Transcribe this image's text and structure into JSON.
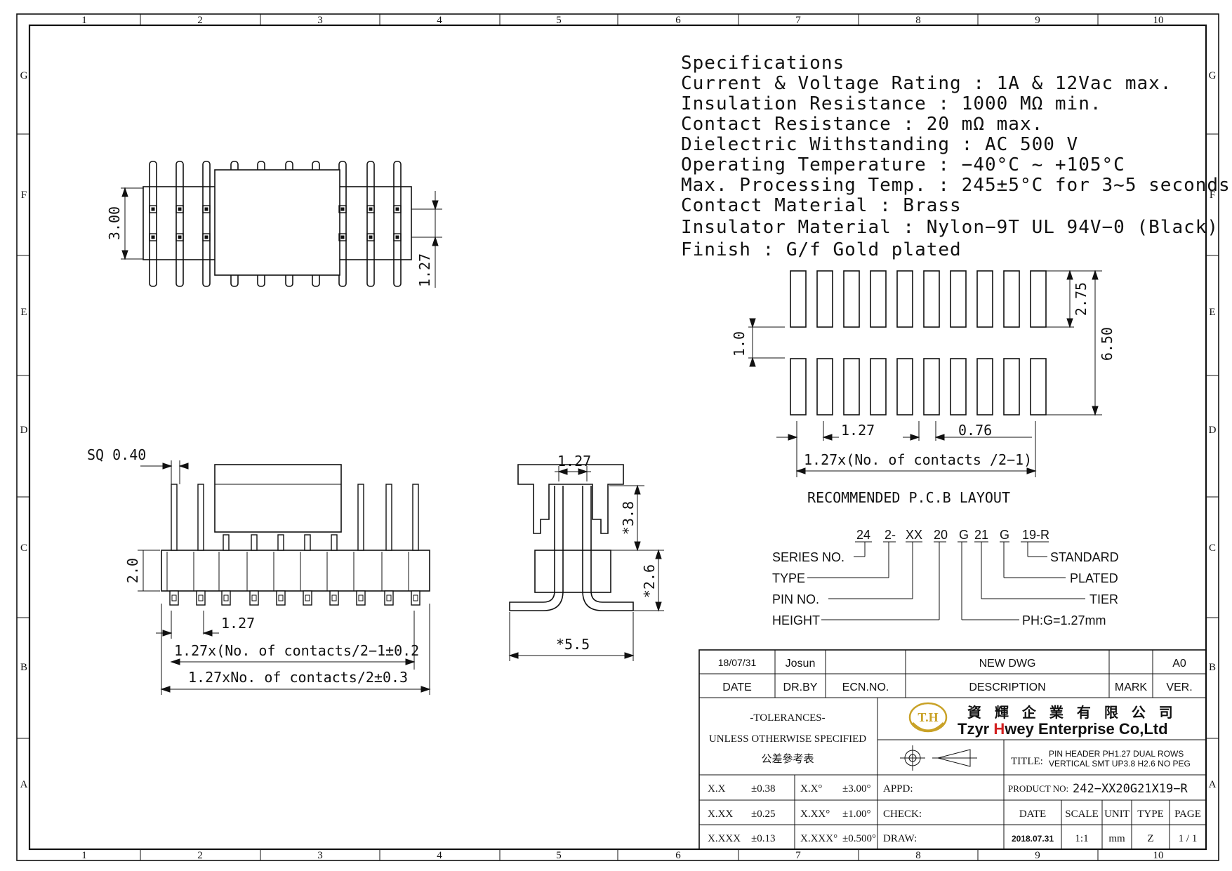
{
  "grid": {
    "columns": [
      "1",
      "2",
      "3",
      "4",
      "5",
      "6",
      "7",
      "8",
      "9",
      "10"
    ],
    "rows": [
      "G",
      "F",
      "E",
      "D",
      "C",
      "B",
      "A"
    ]
  },
  "specifications": {
    "title": "Specifications",
    "lines": [
      "Current & Voltage Rating : 1A & 12Vac max.",
      "Insulation Resistance : 1000 MΩ min.",
      "Contact Resistance : 20 mΩ max.",
      "Dielectric Withstanding : AC 500 V",
      "Operating Temperature : −40°C ~ +105°C",
      "Max. Processing Temp. : 245±5°C for 3~5 seconds",
      "Contact Material : Brass",
      "Insulator Material : Nylon−9T UL 94V−0 (Black)",
      "Finish : G/f  Gold plated"
    ]
  },
  "top_view": {
    "dim_height": "3.00",
    "dim_pitch": "1.27"
  },
  "front_view": {
    "dim_sq": "SQ 0.40",
    "dim_body": "2.0",
    "dim_pitch": "1.27",
    "dim_span1": "1.27x(No. of contacts/2−1±0.2",
    "dim_span2": "1.27xNo. of contacts/2±0.3"
  },
  "side_view": {
    "dim_pitch": "1.27",
    "dim_pin": "*3.8",
    "dim_body": "*2.6",
    "dim_width": "*5.5"
  },
  "pcb_layout": {
    "dim_gap": "1.0",
    "dim_pad_len": "2.75",
    "dim_total": "6.50",
    "dim_pitch": "1.27",
    "dim_pad_w": "0.76",
    "dim_span": "1.27x(No. of contacts /2−1)",
    "caption": "RECOMMENDED P.C.B LAYOUT"
  },
  "part_number": {
    "codes": [
      "24",
      "2-",
      "XX",
      "20",
      "G",
      "21",
      "G",
      "19-R"
    ],
    "left_labels": [
      "SERIES NO.",
      "TYPE",
      "PIN NO.",
      "HEIGHT"
    ],
    "right_labels": [
      "STANDARD",
      "PLATED",
      "TIER",
      "PH:G=1.27mm"
    ]
  },
  "title_block": {
    "date_value": "18/07/31",
    "drawn_by_value": "Josun",
    "ecn_value": "",
    "description_value": "NEW DWG",
    "mark_value": "",
    "version_value": "A0",
    "h_date": "DATE",
    "h_drby": "DR.BY",
    "h_ecn": "ECN.NO.",
    "h_desc": "DESCRIPTION",
    "h_mark": "MARK",
    "h_ver": "VER.",
    "tol_title": "-TOLERANCES-",
    "tol_unless": "UNLESS OTHERWISE SPECIFIED",
    "tol_cn": "公差參考表",
    "logo_text": "T.H",
    "company_cn": "資 輝 企 業 有 限 公 司",
    "company_en_1": "Tzyr ",
    "company_en_h": "H",
    "company_en_2": "wey Enterprise Co,Ltd",
    "title_label": "TITLE:",
    "title_line1": "PIN HEADER PH1.27 DUAL ROWS",
    "title_line2": "VERTICAL SMT UP3.8 H2.6 NO PEG",
    "tolerances": [
      {
        "k1": "X.X",
        "v1": "±0.38",
        "k2": "X.X°",
        "v2": "±3.00°"
      },
      {
        "k1": "X.XX",
        "v1": "±0.25",
        "k2": "X.XX°",
        "v2": "±1.00°"
      },
      {
        "k1": "X.XXX",
        "v1": "±0.13",
        "k2": "X.XXX°",
        "v2": "±0.500°"
      }
    ],
    "appd_label": "APPD:",
    "check_label": "CHECK:",
    "draw_label": "DRAW:",
    "product_no_label": "PRODUCT NO:",
    "product_no": "242−XX20G21X19−R",
    "h_date2": "DATE",
    "h_scale": "SCALE",
    "h_unit": "UNIT",
    "h_type": "TYPE",
    "h_page": "PAGE",
    "v_date": "2018.07.31",
    "v_scale": "1:1",
    "v_unit": "mm",
    "v_type": "Z",
    "v_page": "1 / 1"
  },
  "colors": {
    "logo_gold": "#c9a227",
    "accent_red": "#d21f1f",
    "ink": "#111111"
  }
}
